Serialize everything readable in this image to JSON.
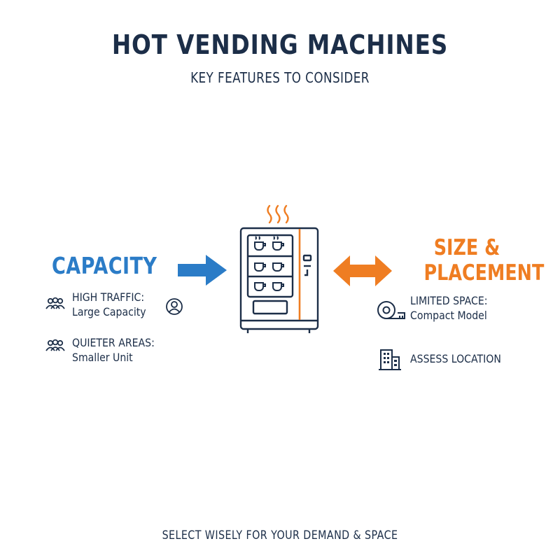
{
  "header": {
    "title": "HOT VENDING MACHINES",
    "subtitle": "KEY FEATURES TO CONSIDER"
  },
  "capacity": {
    "heading": "CAPACITY",
    "items": [
      {
        "label": "HIGH TRAFFIC:",
        "detail": "Large Capacity",
        "icon": "people-group-icon"
      },
      {
        "label": "QUIETER AREAS:",
        "detail": "Smaller Unit",
        "icon": "people-group-icon"
      }
    ],
    "extra_icon": "user-circle-icon",
    "color": "#2b7cc7"
  },
  "size_placement": {
    "heading_line1": "SIZE &",
    "heading_line2": "PLACEMENT",
    "items": [
      {
        "label": "LIMITED SPACE:",
        "detail": "Compact Model",
        "icon": "tape-measure-icon"
      },
      {
        "label": "ASSESS LOCATION",
        "icon": "building-icon"
      }
    ],
    "color": "#ef7d22"
  },
  "center": {
    "icon": "vending-machine-icon",
    "steam_icon": "steam-icon",
    "left_arrow_icon": "arrow-right-icon",
    "right_arrow_icon": "double-arrow-icon"
  },
  "footer": {
    "text": "SELECT WISELY FOR YOUR DEMAND & SPACE"
  },
  "colors": {
    "navy": "#1c2e48",
    "blue": "#2b7cc7",
    "orange": "#ef7d22"
  }
}
